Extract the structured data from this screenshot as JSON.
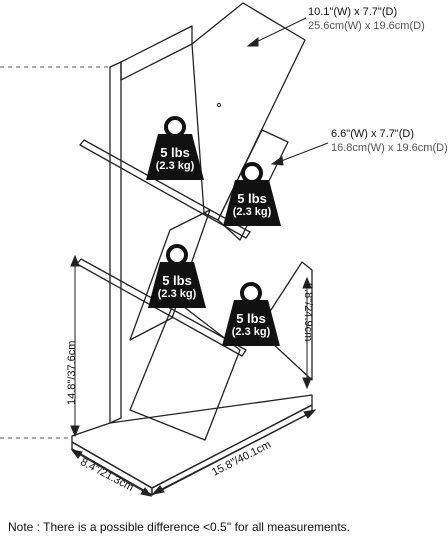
{
  "top_shelf": {
    "imperial": "10.1\"(W)  x 7.7\"(D)",
    "metric": "25.6cm(W) x 19.6cm(D)"
  },
  "mid_shelf": {
    "imperial": "6.6\"(W)  x 7.7\"(D)",
    "metric": "16.8cm(W) x 19.6cm(D)"
  },
  "weights": [
    {
      "line1": "5 lbs",
      "line2": "(2.3 kg)"
    },
    {
      "line1": "5 lbs",
      "line2": "(2.3 kg)"
    },
    {
      "line1": "5 lbs",
      "line2": "(2.3 kg)"
    },
    {
      "line1": "5 lbs",
      "line2": "(2.3 kg)"
    }
  ],
  "dims": {
    "height": "14.8\"/37.6cm",
    "side": "9.8\"/24.9cm",
    "depth": "8.4\"/21.3cm",
    "width": "15.8\"/40.1cm"
  },
  "note": "Note : There is a possible difference <0.5'' for all measurements.",
  "colors": {
    "line": "#222222",
    "weight": "#111111",
    "dash": "#555555"
  }
}
